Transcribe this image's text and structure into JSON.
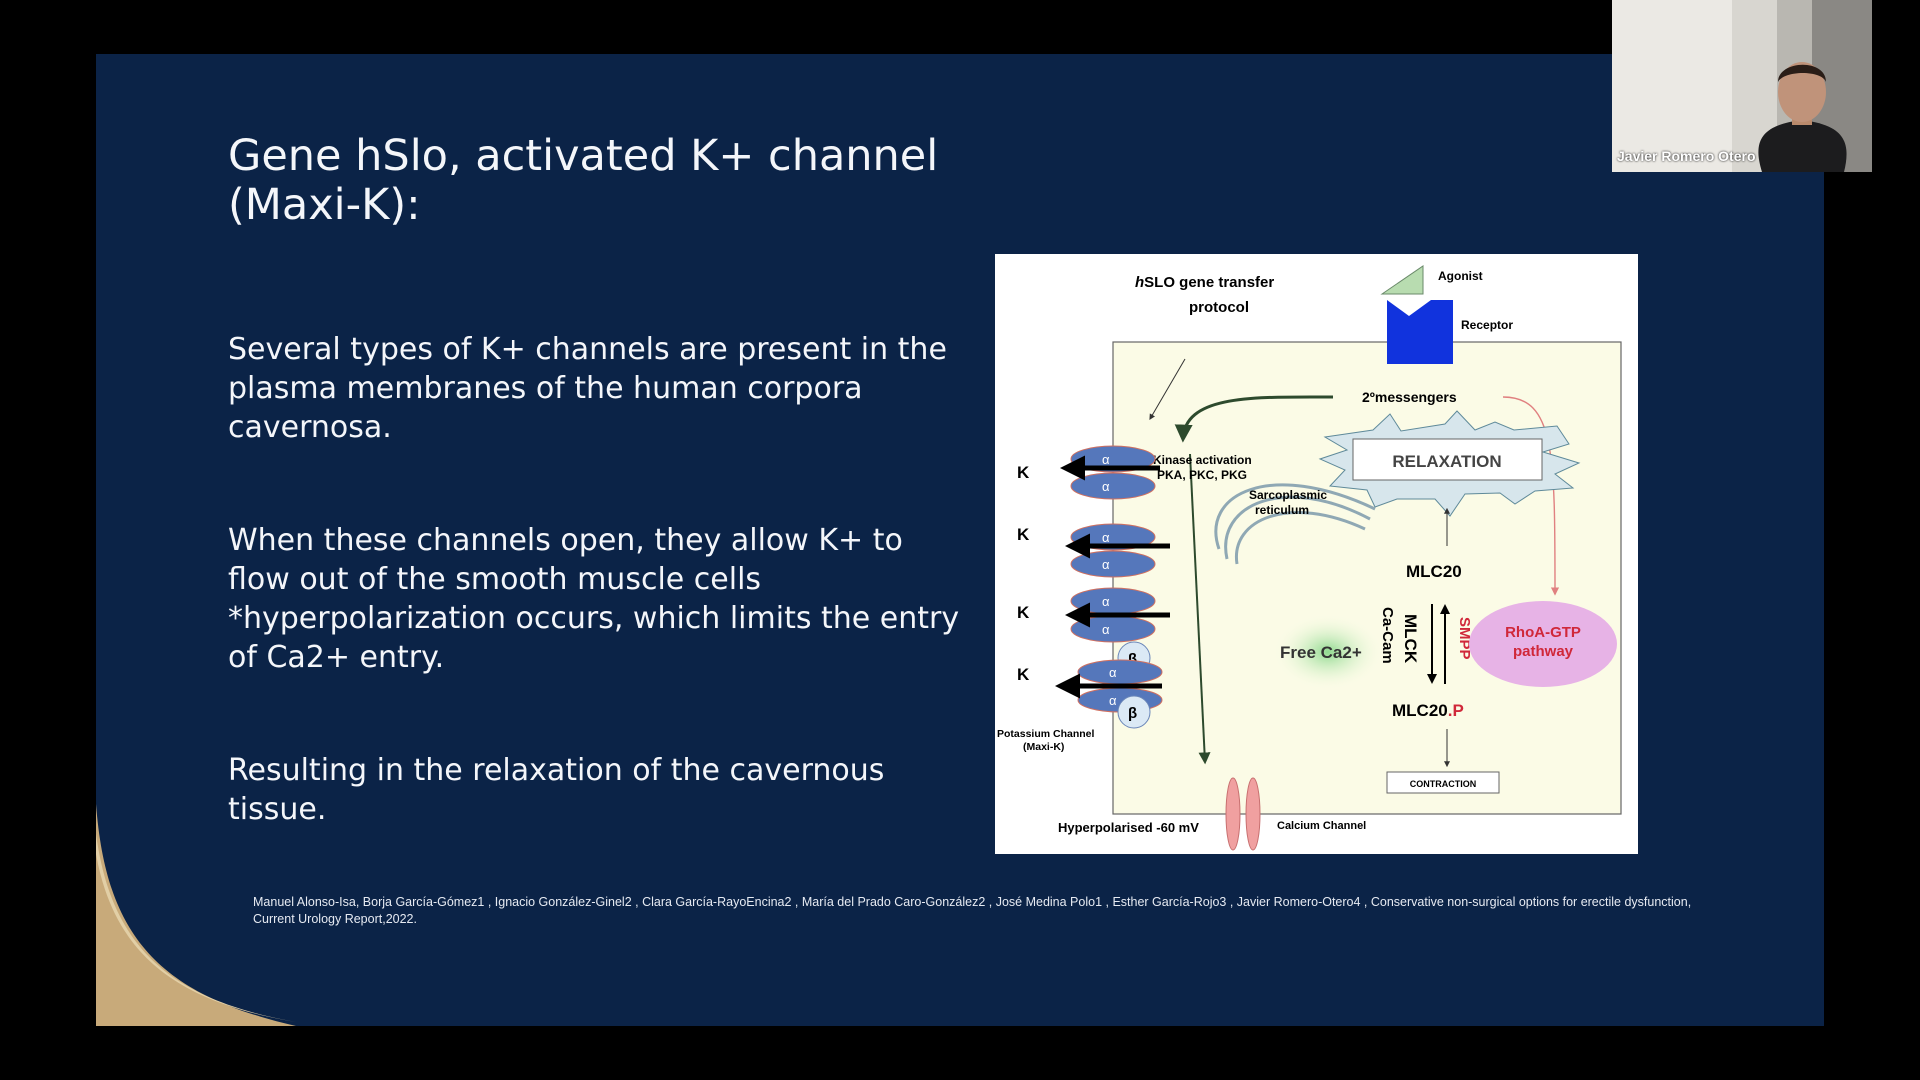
{
  "slide": {
    "title": "Gene hSlo,  activated K+ channel\n(Maxi-K):",
    "paragraphs": [
      " Several types of K+ channels are present in the\nplasma membranes of the human corpora\ncavernosa.",
      " When these channels open, they allow K+ to\nflow out of the smooth muscle cells\n*hyperpolarization occurs, which limits the entry\nof Ca2+ entry.",
      "Resulting in the relaxation of the cavernous\ntissue."
    ],
    "citation": "Manuel Alonso-Isa,  Borja García-Gómez1 , Ignacio González-Ginel2 , Clara García-RayoEncina2 , María del Prado Caro-González2 , José Medina Polo1 , Esther García-Rojo3 , Javier  Romero-Otero4 , Conservative non-surgical options for erectile dysfunction, Current Urology Report,2022."
  },
  "figure": {
    "protocol_title_italic": "h",
    "protocol_title_rest": "SLO gene transfer",
    "protocol_title_line2": "protocol",
    "agonist": "Agonist",
    "receptor": "Receptor",
    "messengers": "2ºmessengers",
    "kinase_line1": "Kinase activation",
    "kinase_line2": "PKA, PKC, PKG",
    "relaxation": "RELAXATION",
    "sarcoplasmic_line1": "Sarcoplasmic",
    "sarcoplasmic_line2": "reticulum",
    "k_label": "K",
    "alpha": "α",
    "beta": "β",
    "potassium_line1": "Potassium Channel",
    "potassium_line2": "(Maxi-K)",
    "mlc20": "MLC20",
    "free_ca": "Free Ca2+",
    "ca_cam": "Ca-Cam",
    "mlck": "MLCK",
    "smpp": "SMPP",
    "rhoa_line1": "RhoA-GTP",
    "rhoa_line2": "pathway",
    "mlc20p": "MLC20",
    "mlc20p_suffix": ".P",
    "contraction": "CONTRACTION",
    "hyperpolarised": "Hyperpolarised -60 mV",
    "calcium_channel": "Calcium Channel"
  },
  "participant": {
    "name": "Javier Romero Otero"
  },
  "colors": {
    "slide_background": "#0b2347",
    "receptor_blue": "#1133dd",
    "channel_blue": "#5577bb",
    "rhoa_pink": "#e7b3e6",
    "rhoa_text": "#d0283a"
  }
}
